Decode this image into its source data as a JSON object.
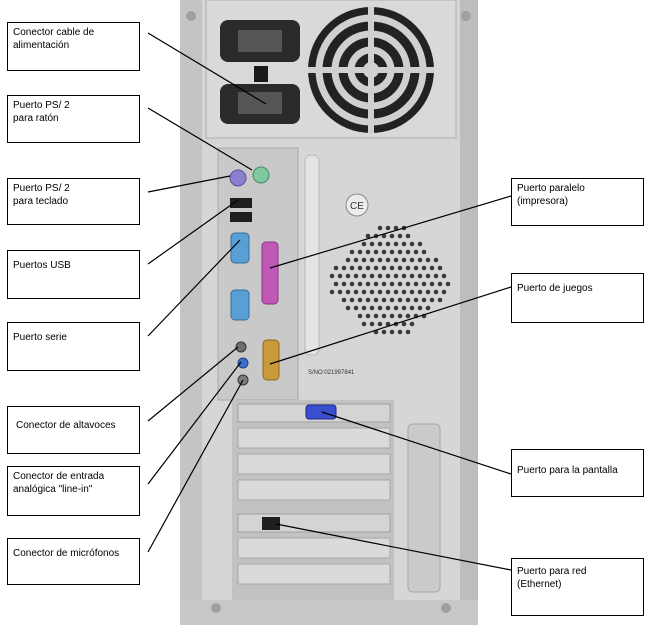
{
  "labels": {
    "power": "Conector cable de\nalimentación",
    "ps2_mouse": "Puerto PS/ 2\npara ratón",
    "ps2_keyboard": "Puerto PS/ 2\npara teclado",
    "usb": "Puertos USB",
    "serial": "Puerto serie",
    "speakers": "Conector de altavoces",
    "line_in": "Conector de entrada\nanalógica \"line-in\"",
    "microphone": "Conector de micrófonos",
    "parallel": "Puerto paralelo\n(impresora)",
    "game": "Puerto de juegos",
    "display": "Puerto para la pantalla",
    "network": "Puerto para red\n(Ethernet)"
  },
  "case_text": {
    "ce_mark": "CE",
    "serial_number": "S/NO:021997841"
  },
  "colors": {
    "case": "#dcdcdc",
    "panel": "#cfcfcf",
    "ps2_mouse": "#7fc8a0",
    "ps2_keyboard": "#8b7fd0",
    "serial": "#5a9fd4",
    "parallel": "#c058b8",
    "game": "#c89a3a",
    "vga": "#3a4fd0"
  }
}
